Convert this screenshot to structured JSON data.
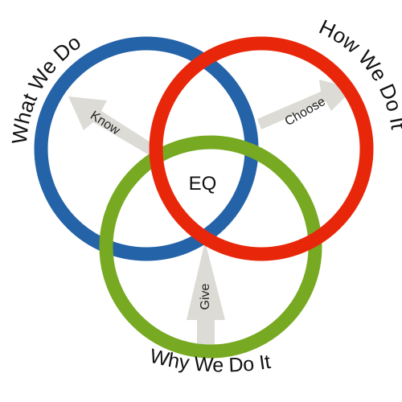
{
  "diagram": {
    "circles": {
      "what": {
        "label": "What We Do",
        "color": "#2463a8"
      },
      "how": {
        "label": "How We Do It",
        "color": "#e8270a"
      },
      "why": {
        "label": "Why We Do It",
        "color": "#77aa22"
      }
    },
    "center_label": "EQ",
    "arrows": {
      "know": {
        "label": "Know",
        "color": "#dcdbd6"
      },
      "choose": {
        "label": "Choose",
        "color": "#dcdbd6"
      },
      "give": {
        "label": "Give",
        "color": "#dcdbd6"
      }
    }
  }
}
